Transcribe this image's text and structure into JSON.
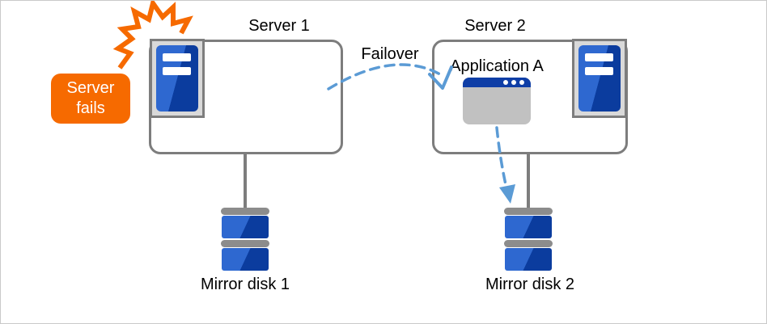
{
  "colors": {
    "orange": "#F66A00",
    "arrow_blue": "#5B9BD5",
    "border_gray": "#7D7D7D",
    "frame_gray": "#D9D9D9",
    "window_gray": "#C1C1C1",
    "disk_bar_gray": "#8C8C8C",
    "blue_light": "#2E68D0",
    "blue_dark": "#0B3C9E",
    "titlebar_blue": "#0F3EA6",
    "canvas_border": "#C9C9C9",
    "text_black": "#000000",
    "text_white": "#FFFFFF"
  },
  "nodes": {
    "server1": {
      "title": "Server 1",
      "icon": "server-tower-icon"
    },
    "server2": {
      "title": "Server 2",
      "icon": "server-tower-icon",
      "application": {
        "label": "Application A",
        "icon": "app-window-icon"
      }
    },
    "mirror_disk1": {
      "label": "Mirror disk 1",
      "icon": "mirror-disk-icon"
    },
    "mirror_disk2": {
      "label": "Mirror disk 2",
      "icon": "mirror-disk-icon"
    }
  },
  "annotations": {
    "server_fails": {
      "label": "Server fails",
      "icon": "burst-icon"
    },
    "failover": {
      "label": "Failover"
    }
  },
  "edges": [
    {
      "from": "server1-box",
      "to": "mirror-disk1",
      "style": "solid gray line"
    },
    {
      "from": "server2-box",
      "to": "mirror-disk2",
      "style": "solid gray line"
    },
    {
      "from": "server1-box",
      "to": "server2-box",
      "label": "Failover",
      "style": "dashed blue curved arrow"
    },
    {
      "from": "app-window",
      "to": "mirror-disk2",
      "style": "dashed blue arrow"
    }
  ]
}
